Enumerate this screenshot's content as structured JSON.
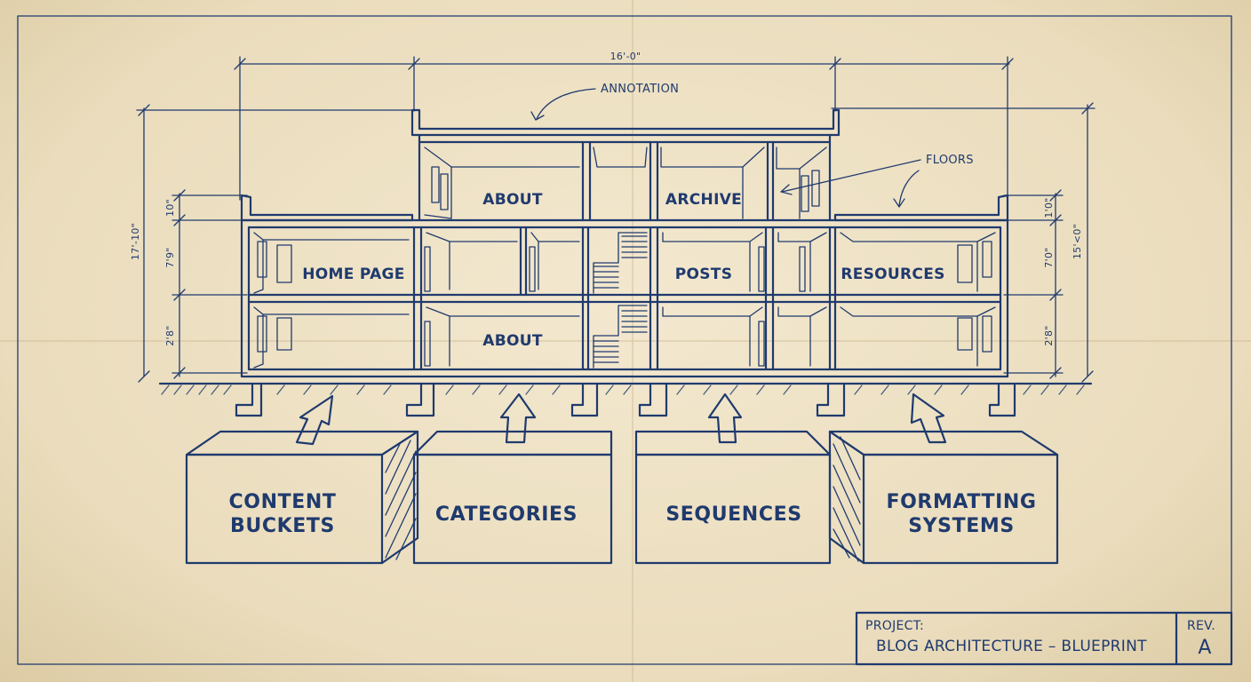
{
  "drawing": {
    "width_dimension": "16'-0\"",
    "height_dimension_left": "17'-10\"",
    "height_dimension_right": "15'<0\"",
    "left_segments": [
      "10\"",
      "7'9\"",
      "2'8\""
    ],
    "right_segments": [
      "1'0\"",
      "7'0\"",
      "2'8\""
    ]
  },
  "annotations": {
    "annotation": "ANNOTATION",
    "floors": "FLOORS"
  },
  "rooms": {
    "top_left": "ABOUT",
    "top_right": "ARCHIVE",
    "mid_left": "HOME PAGE",
    "mid_center": "POSTS",
    "mid_right": "RESOURCES",
    "bottom_center": "ABOUT"
  },
  "foundations": [
    {
      "line1": "CONTENT",
      "line2": "BUCKETS"
    },
    {
      "line1": "CATEGORIES",
      "line2": ""
    },
    {
      "line1": "SEQUENCES",
      "line2": ""
    },
    {
      "line1": "FORMATTING",
      "line2": "SYSTEMS"
    }
  ],
  "title_block": {
    "project_label": "PROJECT:",
    "project_name": "BLOG ARCHITECTURE – BLUEPRINT",
    "rev_label": "REV.",
    "rev_value": "A"
  },
  "colors": {
    "ink": "#1f3a6e",
    "paper": "#ece0c4"
  }
}
